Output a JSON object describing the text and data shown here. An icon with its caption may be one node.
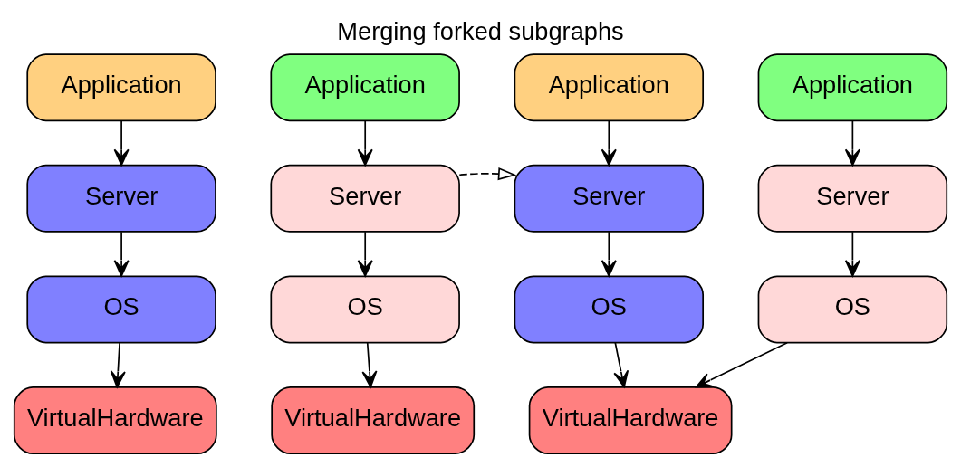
{
  "diagram": {
    "title": "Merging forked subgraphs",
    "nodes": [
      {
        "text": [
          "Application"
        ]
      },
      {
        "text": [
          "Server"
        ]
      },
      {
        "text": [
          "OS"
        ]
      },
      {
        "text": [
          "VirtualHardware"
        ]
      },
      {
        "text": [
          "Application"
        ]
      },
      {
        "text": [
          "Server"
        ]
      },
      {
        "text": [
          "OS"
        ]
      },
      {
        "text": [
          "VirtualHardware"
        ]
      },
      {
        "text": [
          "Application"
        ]
      },
      {
        "text": [
          "Server"
        ]
      },
      {
        "text": [
          "OS"
        ]
      },
      {
        "text": [
          "Application"
        ]
      },
      {
        "text": [
          "Server"
        ]
      },
      {
        "text": [
          "OS"
        ]
      },
      {
        "text": [
          "VirtualHardware"
        ]
      }
    ],
    "edges": [
      {
        "from": 0,
        "to": 1,
        "arrow": "to"
      },
      {
        "from": 1,
        "to": 2,
        "arrow": "to"
      },
      {
        "from": 2,
        "to": 3,
        "arrow": "to"
      },
      {
        "from": 4,
        "to": 5,
        "arrow": "to"
      },
      {
        "from": 5,
        "to": 6,
        "arrow": "to"
      },
      {
        "from": 6,
        "to": 7,
        "arrow": "to"
      },
      {
        "from": 5,
        "to": 9,
        "arrow": "to",
        "style": "dashed"
      },
      {
        "from": 8,
        "to": 9,
        "arrow": "to"
      },
      {
        "from": 9,
        "to": 10,
        "arrow": "to"
      },
      {
        "from": 10,
        "to": 14,
        "arrow": "to"
      },
      {
        "from": 11,
        "to": 12,
        "arrow": "to"
      },
      {
        "from": 12,
        "to": 13,
        "arrow": "to"
      },
      {
        "from": 13,
        "to": 14,
        "arrow": "to"
      }
    ]
  }
}
